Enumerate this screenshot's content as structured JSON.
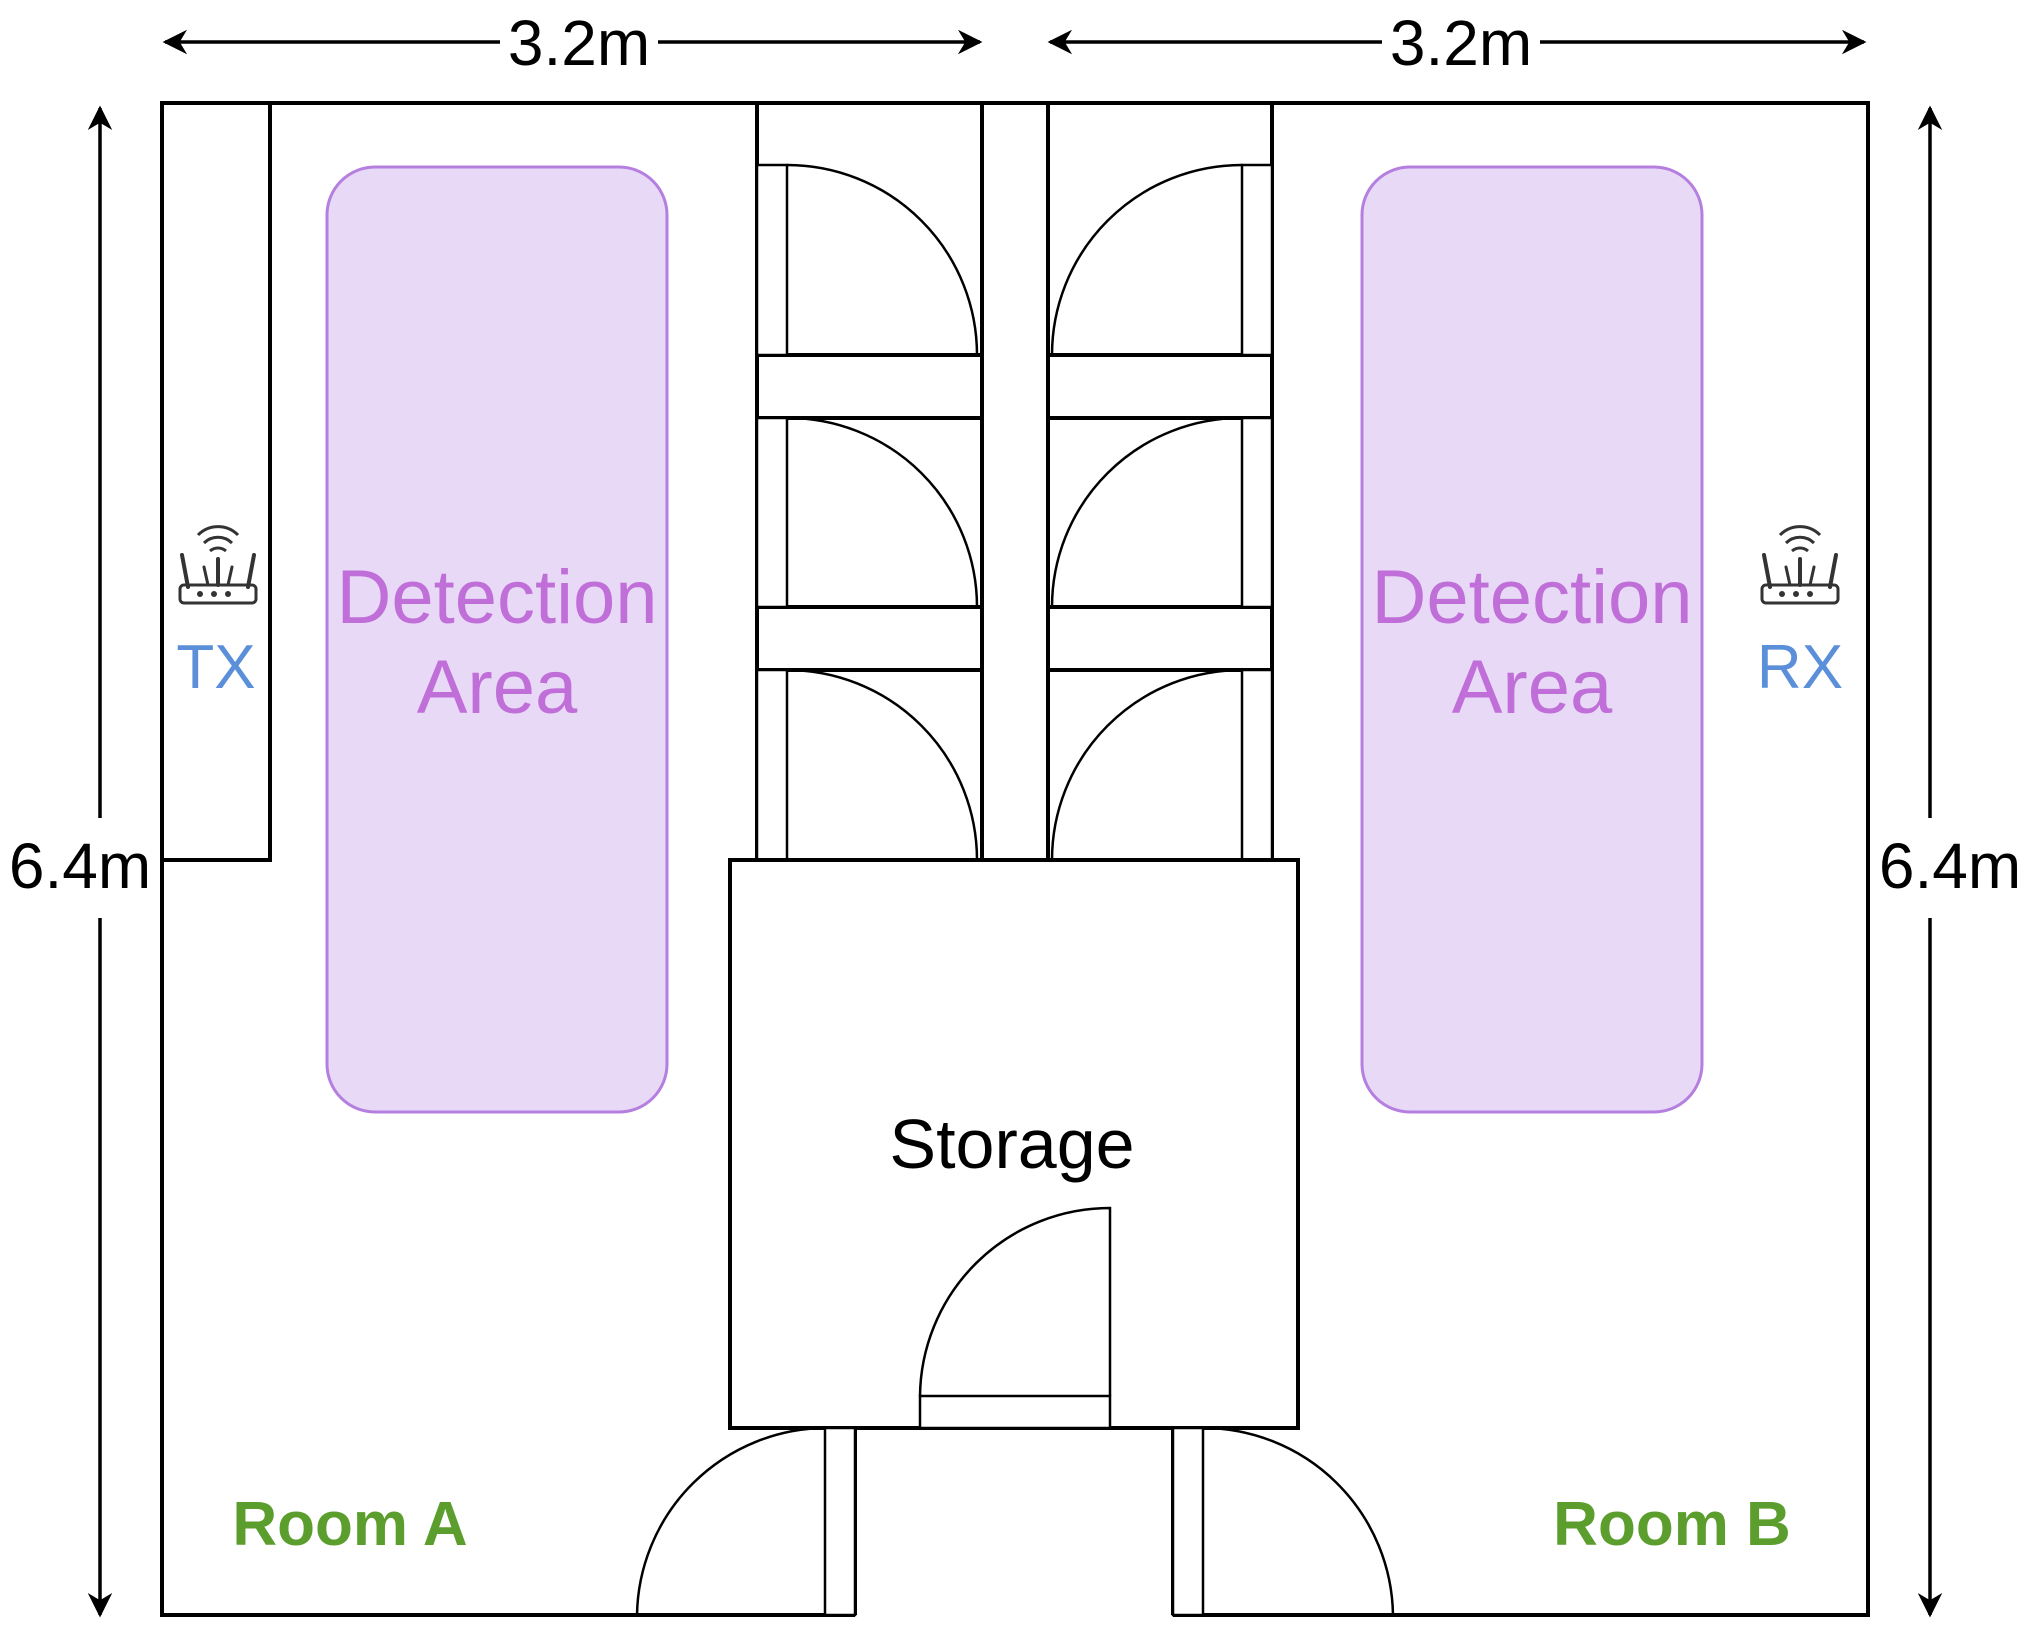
{
  "dimensions": {
    "top_left": "3.2m",
    "top_right": "3.2m",
    "left": "6.4m",
    "right": "6.4m"
  },
  "zones": {
    "left": {
      "line1": "Detection",
      "line2": "Area"
    },
    "right": {
      "line1": "Detection",
      "line2": "Area"
    }
  },
  "nodes": {
    "transmitter": {
      "label": "TX",
      "icon": "router-icon"
    },
    "receiver": {
      "label": "RX",
      "icon": "router-icon"
    }
  },
  "rooms": {
    "storage": "Storage",
    "room_a": "Room A",
    "room_b": "Room B"
  },
  "colors": {
    "zone_fill": "#e8d9f7",
    "zone_stroke": "#b57fe0",
    "zone_text": "#c06ed8",
    "node_text": "#5b8fd9",
    "room_text": "#5c9e2e"
  }
}
